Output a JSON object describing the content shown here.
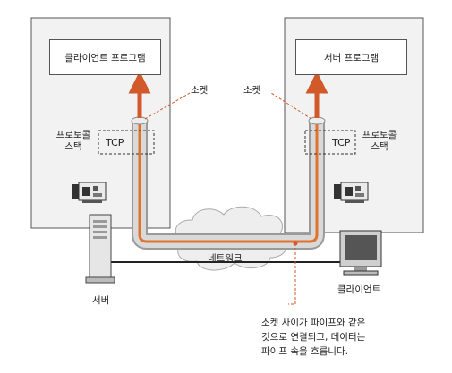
{
  "left_computer": {
    "program_label": "클라이언트 프로그램",
    "protocol_stack_line1": "프로토콜",
    "protocol_stack_line2": "스택",
    "tcp_label": "TCP"
  },
  "right_computer": {
    "program_label": "서버 프로그램",
    "protocol_stack_line1": "프로토콜",
    "protocol_stack_line2": "스택",
    "tcp_label": "TCP"
  },
  "labels": {
    "socket_left": "소켓",
    "socket_right": "소켓",
    "network": "네트워크",
    "server": "서버",
    "client": "클라이언트"
  },
  "annotation": {
    "line1": "소켓 사이가 파이프와 같은",
    "line2": "것으로 연결되고, 데이터는",
    "line3": "파이프 속을 흐릅니다."
  },
  "colors": {
    "pipe_outer": "#9a9a9a",
    "pipe_inner": "#d9d9d9",
    "data_flow": "#e0732f",
    "arrow": "#d2592a",
    "cloud_fill": "#eeeeee",
    "frame_fill": "#f2f2f2",
    "leader_line": "#d2592a"
  }
}
